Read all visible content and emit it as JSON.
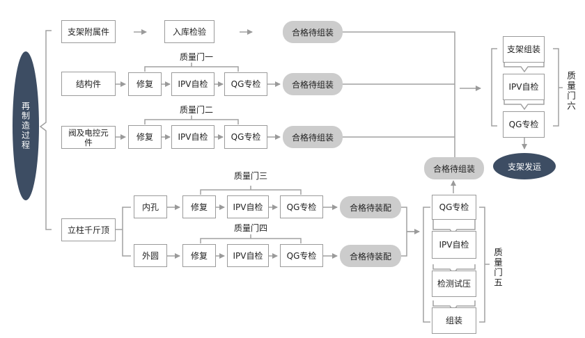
{
  "start": "再制造过程",
  "rows": {
    "accessories": {
      "name": "支架附属件",
      "step": "入库检验",
      "result": "合格待组装"
    },
    "structure": {
      "name": "结构件",
      "steps": [
        "修复",
        "IPV自检",
        "QG专检"
      ],
      "result": "合格待组装",
      "gate": "质量门一"
    },
    "valve": {
      "name": "阀及电控元件",
      "steps": [
        "修复",
        "IPV自检",
        "QG专检"
      ],
      "result": "合格待组装",
      "gate": "质量门二"
    },
    "column": {
      "name": "立柱千斤顶",
      "inner": {
        "name": "内孔",
        "steps": [
          "修复",
          "IPV自检",
          "QG专检"
        ],
        "result": "合格待装配",
        "gate": "质量门三"
      },
      "outer": {
        "name": "外圆",
        "steps": [
          "修复",
          "IPV自检",
          "QG专检"
        ],
        "result": "合格待装配",
        "gate": "质量门四"
      }
    }
  },
  "assembly_chain": {
    "steps": [
      "QG专检",
      "IPV自检",
      "检测试压",
      "组装"
    ],
    "gate": "质量门五",
    "result": "合格待组装"
  },
  "final_chain": {
    "steps": [
      "支架组装",
      "IPV自检",
      "QG专检"
    ],
    "gate": "质量门六",
    "end": "支架发运"
  }
}
